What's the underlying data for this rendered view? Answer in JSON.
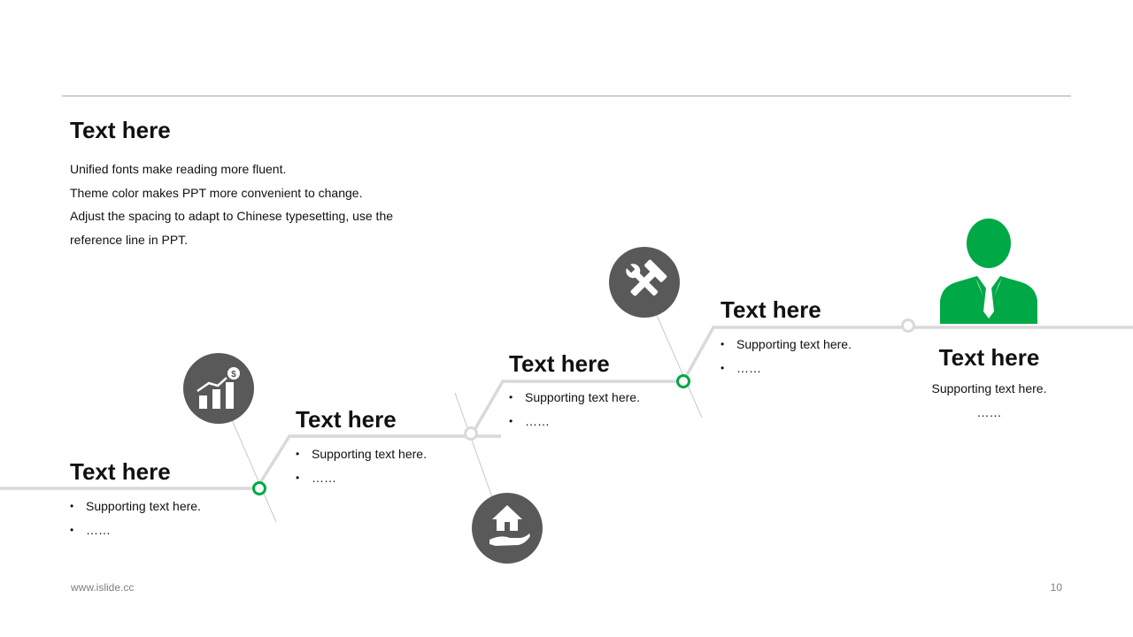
{
  "colors": {
    "accent": "#00a846",
    "icon_circle": "#595959",
    "path_line": "#d9d9d9",
    "top_rule": "#a6a6a6"
  },
  "intro": {
    "title": "Text here",
    "lines": [
      "Unified fonts make reading more fluent.",
      "Theme color makes PPT more convenient  to change.",
      "Adjust  the spacing to adapt to Chinese typesetting,  use the",
      "reference line  in PPT."
    ]
  },
  "steps": [
    {
      "title": "Text here",
      "bullets": [
        "Supporting text here.",
        "……"
      ],
      "icon": "growth-chart-dollar-icon"
    },
    {
      "title": "Text here",
      "bullets": [
        "Supporting text here.",
        "……"
      ],
      "icon": "house-in-hand-icon"
    },
    {
      "title": "Text here",
      "bullets": [
        "Supporting text here.",
        "……"
      ],
      "icon": "wrench-hammer-tools-icon"
    },
    {
      "title": "Text here",
      "bullets": [
        "Supporting text here.",
        "……"
      ]
    }
  ],
  "goal": {
    "title": "Text here",
    "lines": [
      "Supporting text here.",
      "……"
    ],
    "icon": "businessman-icon"
  },
  "footer": {
    "url": "www.islide.cc",
    "page_number": "10"
  }
}
